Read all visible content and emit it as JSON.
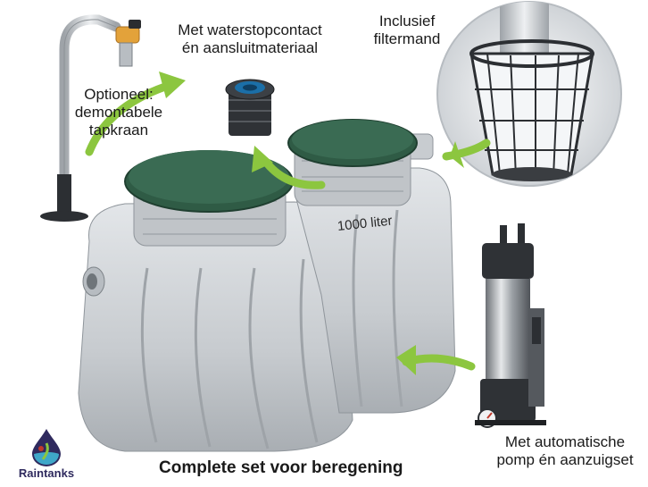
{
  "labels": {
    "tap": [
      "Optioneel:",
      "demontabele",
      "tapkraan"
    ],
    "cover": [
      "Met waterstopcontact",
      "én aansluitmateriaal"
    ],
    "filter": [
      "Inclusief",
      "filtermand"
    ],
    "pump": [
      "Met automatische",
      "pomp én aanzuigset"
    ],
    "capacity": "1000 liter"
  },
  "caption": "Complete set voor beregening",
  "brand": {
    "name": "Raintanks",
    "text_color": "#2f2a5e"
  },
  "colors": {
    "arrow": "#8cc63f",
    "tank": "#c9cdd1",
    "lid": "#2f5b45"
  },
  "icons": [
    "tap-icon",
    "water-socket-icon",
    "filter-basket-icon",
    "pump-icon",
    "droplet-logo-icon"
  ]
}
